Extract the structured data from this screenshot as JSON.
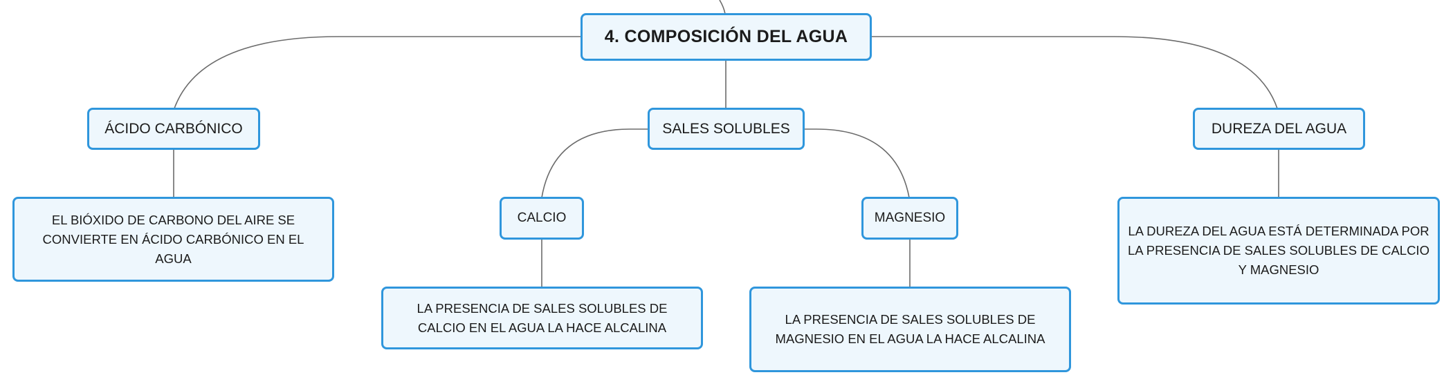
{
  "colors": {
    "node_border": "#2f96dc",
    "node_fill": "#eef7fd",
    "connector": "#6b6b6b"
  },
  "central": {
    "label": "4. COMPOSICIÓN DEL AGUA"
  },
  "branches": {
    "acido": {
      "label": "ÁCIDO CARBÓNICO",
      "detail": "EL BIÓXIDO DE CARBONO DEL AIRE SE CONVIERTE EN ÁCIDO CARBÓNICO EN EL AGUA"
    },
    "sales": {
      "label": "SALES SOLUBLES",
      "calcio": {
        "label": "CALCIO",
        "detail": "LA PRESENCIA DE SALES SOLUBLES DE CALCIO EN EL AGUA LA HACE ALCALINA"
      },
      "magnesio": {
        "label": "MAGNESIO",
        "detail": "LA PRESENCIA DE SALES SOLUBLES DE MAGNESIO EN EL AGUA LA HACE ALCALINA"
      }
    },
    "dureza": {
      "label": "DUREZA DEL AGUA",
      "detail": "LA DUREZA DEL AGUA ESTÁ DETERMINADA POR LA PRESENCIA DE SALES SOLUBLES DE CALCIO Y MAGNESIO"
    }
  }
}
